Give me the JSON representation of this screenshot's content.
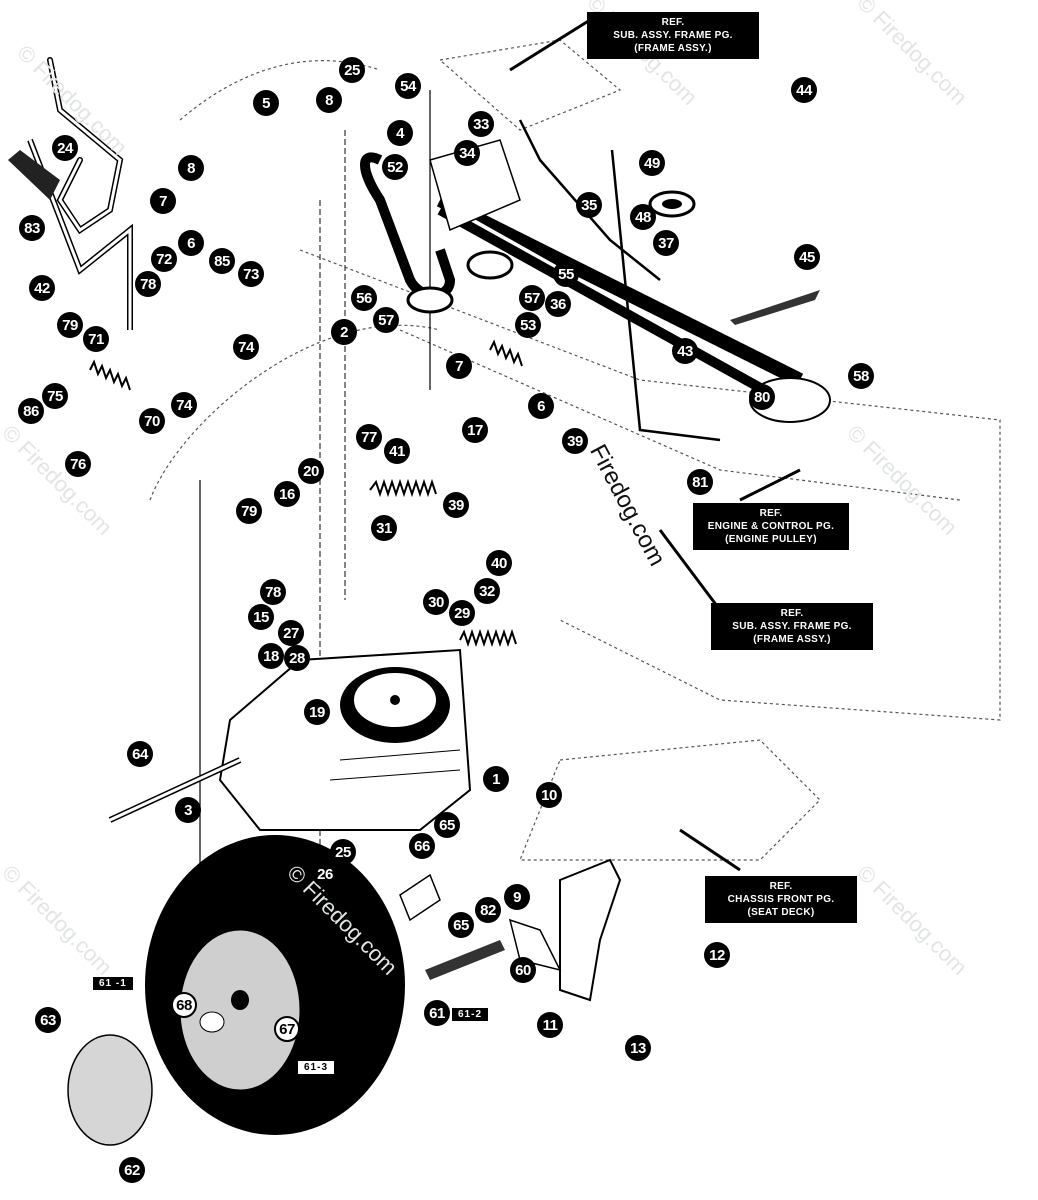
{
  "diagram": {
    "title": "Rear Wheel / Transaxle / Drive Belt Assembly",
    "watermark": "© Firedog.com",
    "watermark_center": "Firedog.com",
    "reference_boxes": [
      {
        "lines": [
          "REF.",
          "SUB. ASSY. FRAME PG.",
          "(FRAME ASSY.)"
        ]
      },
      {
        "lines": [
          "REF.",
          "ENGINE & CONTROL PG.",
          "(ENGINE PULLEY)"
        ]
      },
      {
        "lines": [
          "REF.",
          "SUB. ASSY. FRAME PG.",
          "(FRAME ASSY.)"
        ]
      },
      {
        "lines": [
          "REF.",
          "CHASSIS FRONT PG.",
          "(SEAT DECK)"
        ]
      }
    ],
    "callouts": [
      {
        "label": "25"
      },
      {
        "label": "54"
      },
      {
        "label": "44"
      },
      {
        "label": "5"
      },
      {
        "label": "8"
      },
      {
        "label": "4"
      },
      {
        "label": "33"
      },
      {
        "label": "24"
      },
      {
        "label": "8"
      },
      {
        "label": "34"
      },
      {
        "label": "52"
      },
      {
        "label": "49"
      },
      {
        "label": "7"
      },
      {
        "label": "35"
      },
      {
        "label": "48"
      },
      {
        "label": "83"
      },
      {
        "label": "6"
      },
      {
        "label": "37"
      },
      {
        "label": "45"
      },
      {
        "label": "55"
      },
      {
        "label": "72"
      },
      {
        "label": "85"
      },
      {
        "label": "73"
      },
      {
        "label": "78"
      },
      {
        "label": "42"
      },
      {
        "label": "56"
      },
      {
        "label": "57"
      },
      {
        "label": "2"
      },
      {
        "label": "79"
      },
      {
        "label": "57"
      },
      {
        "label": "53"
      },
      {
        "label": "36"
      },
      {
        "label": "71"
      },
      {
        "label": "74"
      },
      {
        "label": "43"
      },
      {
        "label": "7"
      },
      {
        "label": "58"
      },
      {
        "label": "75"
      },
      {
        "label": "74"
      },
      {
        "label": "86"
      },
      {
        "label": "70"
      },
      {
        "label": "6"
      },
      {
        "label": "80"
      },
      {
        "label": "76"
      },
      {
        "label": "77"
      },
      {
        "label": "17"
      },
      {
        "label": "39"
      },
      {
        "label": "41"
      },
      {
        "label": "81"
      },
      {
        "label": "20"
      },
      {
        "label": "16"
      },
      {
        "label": "79"
      },
      {
        "label": "39"
      },
      {
        "label": "31"
      },
      {
        "label": "40"
      },
      {
        "label": "78"
      },
      {
        "label": "15"
      },
      {
        "label": "30"
      },
      {
        "label": "29"
      },
      {
        "label": "32"
      },
      {
        "label": "27"
      },
      {
        "label": "18"
      },
      {
        "label": "28"
      },
      {
        "label": "19"
      },
      {
        "label": "64"
      },
      {
        "label": "1"
      },
      {
        "label": "3"
      },
      {
        "label": "10"
      },
      {
        "label": "25"
      },
      {
        "label": "65"
      },
      {
        "label": "26"
      },
      {
        "label": "66"
      },
      {
        "label": "9"
      },
      {
        "label": "82"
      },
      {
        "label": "65"
      },
      {
        "label": "60"
      },
      {
        "label": "12"
      },
      {
        "label": "61"
      },
      {
        "label": "63"
      },
      {
        "label": "11"
      },
      {
        "label": "13"
      },
      {
        "label": "62"
      }
    ],
    "outline_callouts": [
      {
        "label": "68"
      },
      {
        "label": "67"
      }
    ],
    "subtags": [
      {
        "label": "61 -1"
      },
      {
        "label": "61-2"
      },
      {
        "label": "61-3"
      }
    ]
  }
}
